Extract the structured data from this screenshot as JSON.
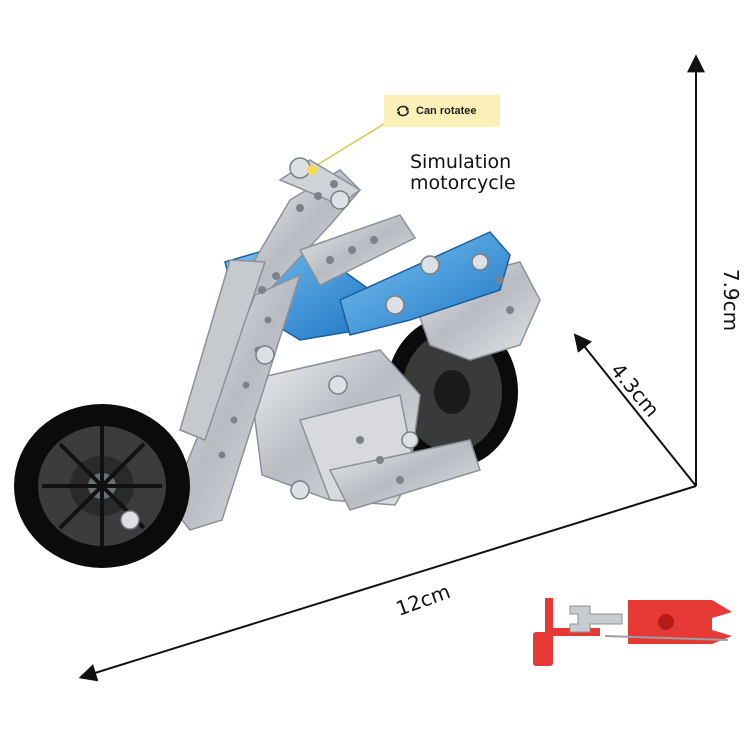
{
  "callout": {
    "text": "Can rotatee",
    "icon": "rotate-arrows-icon"
  },
  "caption": {
    "line1": "Simulation",
    "line2": "motorcycle"
  },
  "dimensions": {
    "height": "7.9cm",
    "depth": "4.3cm",
    "length": "12cm"
  },
  "tool": {
    "icon": "wrench-screwdriver-tool-icon"
  },
  "colors": {
    "frame": "#c9cbcf",
    "accent": "#2f8fd6",
    "tire": "#0b0b0b",
    "tool": "#e53935",
    "callout_bg": "#fbf1b8"
  }
}
